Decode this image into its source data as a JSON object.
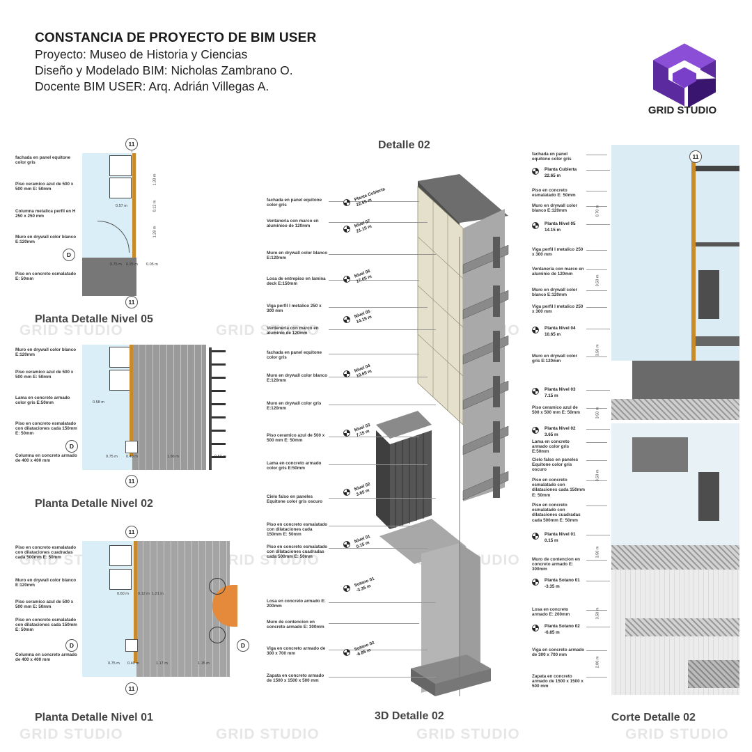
{
  "header": {
    "title": "CONSTANCIA DE PROYECTO DE BIM USER",
    "line1": "Proyecto: Museo de Historia y Ciencias",
    "line2": "Diseño y Modelado BIM: Nicholas Zambrano O.",
    "line3": "Docente BIM USER: Arq. Adrián Villegas A."
  },
  "logo": {
    "text": "GRID STUDIO",
    "color_dark": "#4b1f8c",
    "color_light": "#7c3fc7"
  },
  "watermark": "GRID STUDIO",
  "captions": {
    "plan05": "Planta Detalle Nivel 05",
    "plan02": "Planta Detalle Nivel 02",
    "plan01": "Planta Detalle Nivel 01",
    "detail_top": "Detalle 02",
    "detail3d": "3D Detalle 02",
    "section": "Corte Detalle 02"
  },
  "grid": {
    "axis_num": "11",
    "axis_letter": "D"
  },
  "plan05": {
    "labels": [
      "fachada en panel equitone color gris",
      "Piso ceramico azul de 500 x 500 mm   E: 50mm",
      "Columna metalica perfil en H 250 x 250 mm",
      "Muro en drywall color blanco E:120mm",
      "Piso en concreto esmalatado E: 50mm"
    ],
    "dims": [
      "1.33 m",
      "0.57 m",
      "0.12 m",
      "1.28 m",
      "0.75 m",
      "0.25 m",
      "0.05 m"
    ]
  },
  "plan02": {
    "labels": [
      "Muro en drywall color blanco E:120mm",
      "Piso ceramico azul de 500 x 500 mm   E: 50mm",
      "Lama en concreto armado color gris E:50mm",
      "Piso en concreto esmalatado con dilataciones cada 150mm   E: 50mm",
      "Columna en concreto armado de 400 x 400 mm"
    ],
    "dims": [
      "0.58 m",
      "0.75 m",
      "0.40 m",
      "1.96 m",
      "0.50 m"
    ]
  },
  "plan01": {
    "labels": [
      "Piso en concreto esmalatado con dilataciones cuadradas cada 500mm   E: 50mm",
      "Muro en drywall color blanco E:120mm",
      "Piso ceramico azul de 500 x 500 mm   E: 50mm",
      "Piso en concreto esmalatado con dilataciones cada 150mm   E: 50mm",
      "Columna en concreto armado de 400 x 400 mm"
    ],
    "dims": [
      "0.60 m",
      "0.12 m",
      "1.21 m",
      "0.75 m",
      "0.40 m",
      "1.17 m",
      "1.15 m"
    ]
  },
  "detail3d": {
    "labels": [
      "fachada en panel equitone color gris",
      "Ventaneria con marco en aluminioo de 120mm",
      "Muro en drywall color blanco E:120mm",
      "Losa de entrepiso en lamina deck E:150mm",
      "Viga perfil I metalico 250 x 300 mm",
      "Venteneria con marco en aluminio de 120mm",
      "fachada en panel equitone color gris",
      "Muro en drywall color blanco E:120mm",
      "Muro en drywall color gris E:120mm",
      "Piso ceramico azul de 500 x 500 mm   E: 50mm",
      "Lama en concreto armado color gris E:50mm",
      "Cielo falso en paneles Equitone color gris oscuro",
      "Piso en concreto esmalatado con dilataciones cada 150mm   E: 50mm",
      "Piso en concreto esmalatado con dilataciones cuadradas cada 500mm   E: 50mm",
      "Losa en concreto armado E: 200mm",
      "Muro de contencion en concreto armado E: 300mm",
      "Viga en concreto armado de 300 x 700 mm",
      "Zapata en concreto armado de 1500 x 1500 x 500 mm"
    ],
    "levels": [
      {
        "name": "Planta Cubierta",
        "elev": "22.65 m"
      },
      {
        "name": "Nivel 07",
        "elev": "21.15 m"
      },
      {
        "name": "Nivel 06",
        "elev": "17.65 m"
      },
      {
        "name": "Nivel 05",
        "elev": "14.15 m"
      },
      {
        "name": "Nivel 04",
        "elev": "10.65 m"
      },
      {
        "name": "Nivel 03",
        "elev": "7.15 m"
      },
      {
        "name": "Nivel 02",
        "elev": "3.65 m"
      },
      {
        "name": "Nivel 01",
        "elev": "0.15 m"
      },
      {
        "name": "Sotano 01",
        "elev": "-3.35 m"
      },
      {
        "name": "Sotano 02",
        "elev": "-6.85 m"
      }
    ]
  },
  "section": {
    "items": [
      {
        "kind": "label",
        "text": "fachada en panel equitone color gris"
      },
      {
        "kind": "level",
        "name": "Planta Cubierta",
        "elev": "22.65 m"
      },
      {
        "kind": "label",
        "text": "Piso en concreto esmalatado E: 50mm"
      },
      {
        "kind": "label",
        "text": "Muro en drywall color blanco E:120mm"
      },
      {
        "kind": "level",
        "name": "Planta Nivel 05",
        "elev": "14.15 m"
      },
      {
        "kind": "label",
        "text": "Viga perfil I metalico 250 x 300 mm"
      },
      {
        "kind": "label",
        "text": "Ventaneria con marco en aluminio de 120mm"
      },
      {
        "kind": "label",
        "text": "Muro en drywall color blanco E:120mm"
      },
      {
        "kind": "label",
        "text": "Viga perfil I metalico 250 x 300 mm"
      },
      {
        "kind": "level",
        "name": "Planta Nivel 04",
        "elev": "10.65 m"
      },
      {
        "kind": "label",
        "text": "Muro en drywall color gris E:120mm"
      },
      {
        "kind": "level",
        "name": "Planta Nivel 03",
        "elev": "7.15 m"
      },
      {
        "kind": "label",
        "text": "Piso ceramico azul de 500 x 500 mm   E: 50mm"
      },
      {
        "kind": "level",
        "name": "Planta Nivel 02",
        "elev": "3.65 m"
      },
      {
        "kind": "label",
        "text": "Lama en concreto armado color gris E:50mm"
      },
      {
        "kind": "label",
        "text": "Cielo falso en paneles Equitone color gris oscuro"
      },
      {
        "kind": "label",
        "text": "Piso en concreto esmalatado con dilataciones cada 150mm   E: 50mm"
      },
      {
        "kind": "label",
        "text": "Piso en concreto esmalatado con dilataciones cuadradas cada 500mm   E: 50mm"
      },
      {
        "kind": "level",
        "name": "Planta Nivel 01",
        "elev": "0.15 m"
      },
      {
        "kind": "label",
        "text": "Muro de contencion en concreto armado E: 300mm"
      },
      {
        "kind": "level",
        "name": "Planta Sotano 01",
        "elev": "-3.35 m"
      },
      {
        "kind": "label",
        "text": "Losa en concreto armado E: 200mm"
      },
      {
        "kind": "level",
        "name": "Planta Sotano 02",
        "elev": "-6.85 m"
      },
      {
        "kind": "label",
        "text": "Viga en concreto armado de 300 x 700 mm"
      },
      {
        "kind": "label",
        "text": "Zapata en concreto armado de 1500 x 1500 x 500 mm"
      }
    ],
    "dims": [
      "0.70 m",
      "3.50 m",
      "3.50 m",
      "3.50 m",
      "3.50 m",
      "3.50 m",
      "3.50 m",
      "2.00 m"
    ]
  }
}
